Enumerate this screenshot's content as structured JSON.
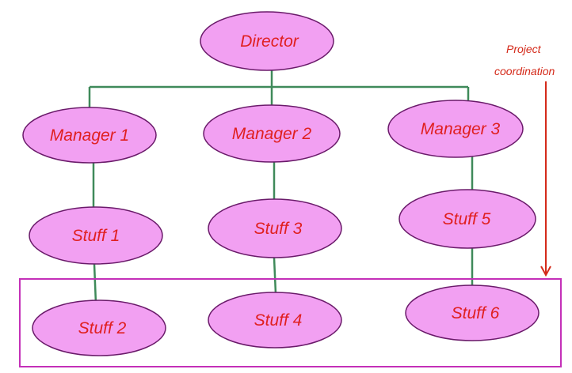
{
  "diagram": {
    "nodes": {
      "director": "Director",
      "manager_1": "Manager 1",
      "manager_2": "Manager 2",
      "manager_3": "Manager 3",
      "stuff_1": "Stuff 1",
      "stuff_2": "Stuff 2",
      "stuff_3": "Stuff 3",
      "stuff_4": "Stuff 4",
      "stuff_5": "Stuff 5",
      "stuff_6": "Stuff 6"
    },
    "annotation": {
      "line1": "Project",
      "line2": "coordination"
    },
    "colors": {
      "node_fill": "#f2a0f2",
      "node_stroke": "#6a1a6a",
      "node_text": "#e02020",
      "connector": "#3f8a5a",
      "group_box": "#c430b8",
      "arrow": "#d42a1a"
    }
  }
}
